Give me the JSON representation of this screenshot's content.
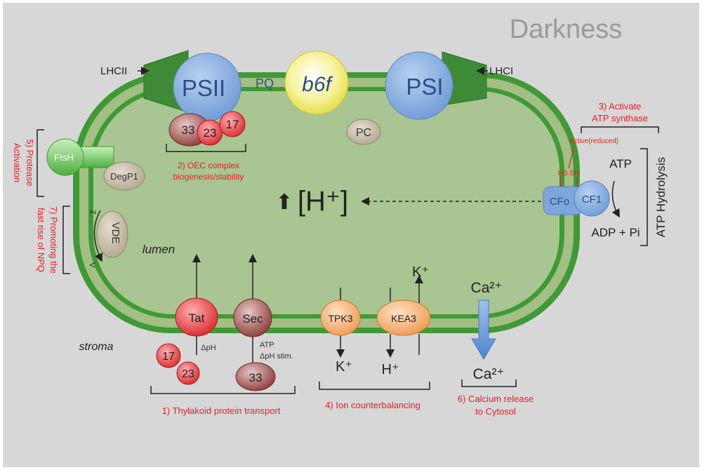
{
  "title": "Darkness",
  "complexes": {
    "lhcii": "LHCII",
    "lhci": "LHCI",
    "psii": "PSII",
    "psi": "PSI",
    "pq": "PQ",
    "b6f": "b6f",
    "pc": "PC"
  },
  "oec": {
    "s33": "33",
    "s23": "23",
    "s17": "17"
  },
  "proteins": {
    "ftsh": "FtsH",
    "degp1": "DegP1",
    "vde": "VDE",
    "z": "Z",
    "v": "V",
    "cfo": "CFo",
    "cf1": "CF1",
    "tat": "Tat",
    "sec": "Sec",
    "tpk3": "TPK3",
    "kea3": "KEA3"
  },
  "regions": {
    "lumen": "lumen",
    "stroma": "stroma"
  },
  "proton": {
    "arrow": "⬆",
    "label": "[H⁺]"
  },
  "atp": {
    "atp": "ATP",
    "adp": "ADP + Pi",
    "hydrolysis": "ATP Hydrolysis",
    "active_reduced": "Active(reduced)",
    "hs_sh": "HS SH"
  },
  "transport": {
    "dph": "ΔpH",
    "atp": "ATP",
    "dph_stim": "ΔpH stim.",
    "tat_17": "17",
    "tat_23": "23",
    "sec_33": "33"
  },
  "ions": {
    "k_top": "K⁺",
    "k_bottom": "K⁺",
    "h_bottom": "H⁺",
    "ca_top": "Ca²⁺",
    "ca_bottom": "Ca²⁺"
  },
  "labels": {
    "l1": "1) Thylakoid protein transport",
    "l2a": "2) OEC complex",
    "l2b": "biogenesis/stability",
    "l3a": "3) Activate",
    "l3b": "ATP synthase",
    "l4": "4) Ion counterbalancing",
    "l5a": "5) Protease",
    "l5b": "Activation",
    "l6a": "6) Calcium release",
    "l6b": "to Cytosol",
    "l7a": "7) Promoting the",
    "l7b": "fast rise of NPQ"
  }
}
